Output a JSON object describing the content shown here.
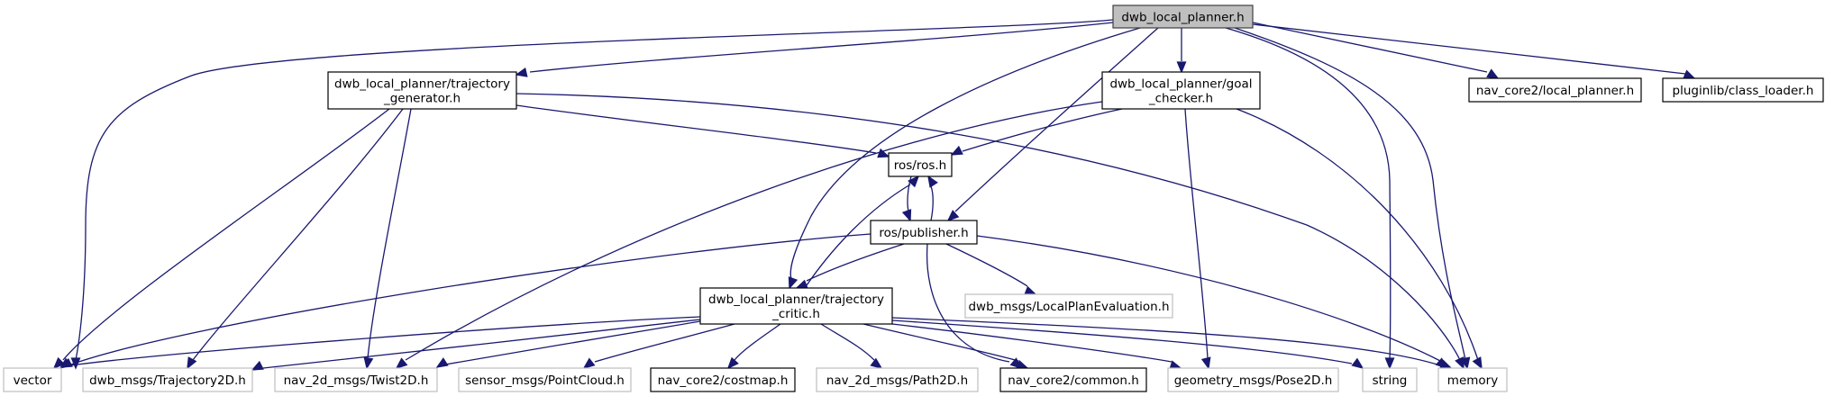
{
  "diagram": {
    "title": "dwb_local_planner.h include dependency graph",
    "colors": {
      "edge": "#191970",
      "root_fill": "#bfbfbf",
      "root_stroke": "#404040",
      "documented_stroke": "#000000",
      "undocumented_stroke": "#bfbfbf",
      "node_fill": "#ffffff"
    },
    "nodes": [
      {
        "id": "root",
        "lines": [
          "dwb_local_planner.h"
        ],
        "kind": "root"
      },
      {
        "id": "traj_gen",
        "lines": [
          "dwb_local_planner/trajectory",
          "_generator.h"
        ],
        "kind": "documented"
      },
      {
        "id": "goal_checker",
        "lines": [
          "dwb_local_planner/goal",
          "_checker.h"
        ],
        "kind": "documented"
      },
      {
        "id": "local_planner",
        "lines": [
          "nav_core2/local_planner.h"
        ],
        "kind": "documented"
      },
      {
        "id": "class_loader",
        "lines": [
          "pluginlib/class_loader.h"
        ],
        "kind": "documented"
      },
      {
        "id": "ros",
        "lines": [
          "ros/ros.h"
        ],
        "kind": "documented"
      },
      {
        "id": "publisher",
        "lines": [
          "ros/publisher.h"
        ],
        "kind": "documented"
      },
      {
        "id": "traj_critic",
        "lines": [
          "dwb_local_planner/trajectory",
          "_critic.h"
        ],
        "kind": "documented"
      },
      {
        "id": "local_plan_eval",
        "lines": [
          "dwb_msgs/LocalPlanEvaluation.h"
        ],
        "kind": "external"
      },
      {
        "id": "vector",
        "lines": [
          "vector"
        ],
        "kind": "external"
      },
      {
        "id": "trajectory2d",
        "lines": [
          "dwb_msgs/Trajectory2D.h"
        ],
        "kind": "external"
      },
      {
        "id": "twist2d",
        "lines": [
          "nav_2d_msgs/Twist2D.h"
        ],
        "kind": "external"
      },
      {
        "id": "pointcloud",
        "lines": [
          "sensor_msgs/PointCloud.h"
        ],
        "kind": "external"
      },
      {
        "id": "costmap",
        "lines": [
          "nav_core2/costmap.h"
        ],
        "kind": "documented"
      },
      {
        "id": "path2d",
        "lines": [
          "nav_2d_msgs/Path2D.h"
        ],
        "kind": "external"
      },
      {
        "id": "common",
        "lines": [
          "nav_core2/common.h"
        ],
        "kind": "documented"
      },
      {
        "id": "pose2d",
        "lines": [
          "geometry_msgs/Pose2D.h"
        ],
        "kind": "external"
      },
      {
        "id": "string",
        "lines": [
          "string"
        ],
        "kind": "external"
      },
      {
        "id": "memory",
        "lines": [
          "memory"
        ],
        "kind": "external"
      }
    ],
    "edges": [
      {
        "from": "root",
        "to": "vector"
      },
      {
        "from": "root",
        "to": "traj_gen"
      },
      {
        "from": "root",
        "to": "goal_checker"
      },
      {
        "from": "root",
        "to": "local_planner"
      },
      {
        "from": "root",
        "to": "class_loader"
      },
      {
        "from": "root",
        "to": "traj_critic"
      },
      {
        "from": "root",
        "to": "publisher"
      },
      {
        "from": "root",
        "to": "string"
      },
      {
        "from": "root",
        "to": "memory"
      },
      {
        "from": "traj_gen",
        "to": "ros"
      },
      {
        "from": "traj_gen",
        "to": "vector"
      },
      {
        "from": "traj_gen",
        "to": "trajectory2d"
      },
      {
        "from": "traj_gen",
        "to": "twist2d"
      },
      {
        "from": "traj_gen",
        "to": "memory"
      },
      {
        "from": "goal_checker",
        "to": "ros"
      },
      {
        "from": "goal_checker",
        "to": "twist2d"
      },
      {
        "from": "goal_checker",
        "to": "pose2d"
      },
      {
        "from": "goal_checker",
        "to": "memory"
      },
      {
        "from": "ros",
        "to": "publisher"
      },
      {
        "from": "publisher",
        "to": "ros"
      },
      {
        "from": "publisher",
        "to": "traj_critic"
      },
      {
        "from": "publisher",
        "to": "local_plan_eval"
      },
      {
        "from": "publisher",
        "to": "vector"
      },
      {
        "from": "publisher",
        "to": "common"
      },
      {
        "from": "publisher",
        "to": "memory"
      },
      {
        "from": "traj_critic",
        "to": "ros"
      },
      {
        "from": "traj_critic",
        "to": "vector"
      },
      {
        "from": "traj_critic",
        "to": "trajectory2d"
      },
      {
        "from": "traj_critic",
        "to": "twist2d"
      },
      {
        "from": "traj_critic",
        "to": "pointcloud"
      },
      {
        "from": "traj_critic",
        "to": "costmap"
      },
      {
        "from": "traj_critic",
        "to": "path2d"
      },
      {
        "from": "traj_critic",
        "to": "common"
      },
      {
        "from": "traj_critic",
        "to": "pose2d"
      },
      {
        "from": "traj_critic",
        "to": "string"
      },
      {
        "from": "traj_critic",
        "to": "memory"
      }
    ]
  }
}
